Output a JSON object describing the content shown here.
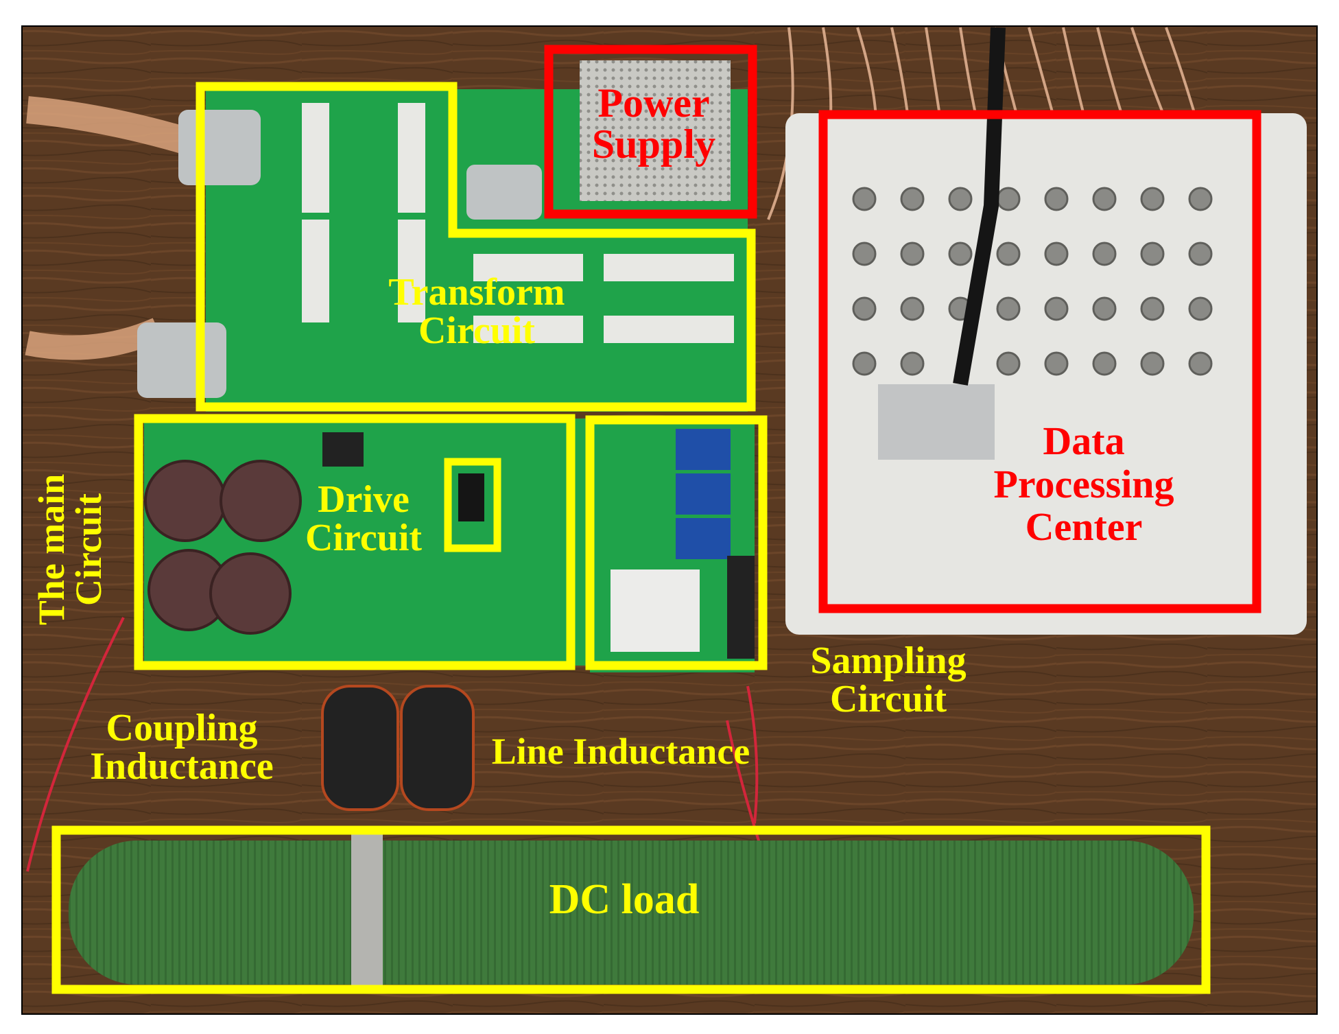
{
  "colors": {
    "yellow_box": "#ffff00",
    "red_box": "#ff0000",
    "label_yellow": "#ffff00",
    "label_red": "#ff0000",
    "desk": "#5a3a22",
    "pcb": "#1fa34a",
    "resistor": "#3f7a3c",
    "chassis": "#e6e6e2"
  },
  "labels": {
    "power_supply": [
      "Power",
      "Supply"
    ],
    "transform_circuit": [
      "Transform",
      "Circuit"
    ],
    "drive_circuit": [
      "Drive",
      "Circuit"
    ],
    "the_main_circuit": [
      "The main",
      "Circuit"
    ],
    "data_processing_center": [
      "Data",
      "Processing",
      "Center"
    ],
    "sampling_circuit": [
      "Sampling",
      "Circuit"
    ],
    "coupling_inductance": [
      "Coupling",
      "Inductance"
    ],
    "line_inductance": "Line Inductance",
    "dc_load": "DC load"
  }
}
